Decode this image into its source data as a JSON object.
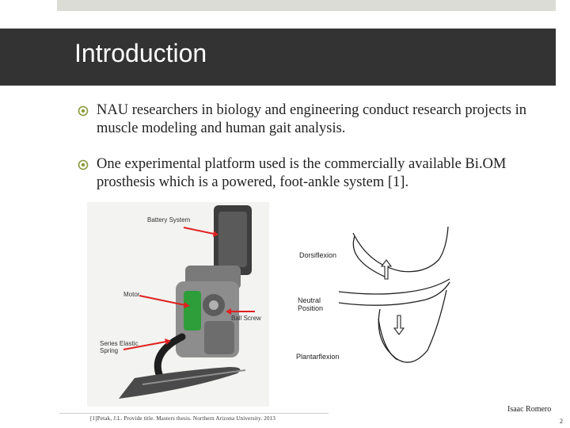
{
  "slide": {
    "title": "Introduction",
    "bullets": [
      {
        "text": "NAU researchers in biology and engineering conduct research projects in muscle modeling and human gait analysis."
      },
      {
        "text": "One experimental platform used is the commercially available Bi.OM prosthesis which is a powered, foot-ankle system [1]."
      }
    ],
    "bullet_icon": "target-icon",
    "figure_left_labels": {
      "battery": "Battery System",
      "motor": "Motor",
      "ball_screw": "Ball Screw",
      "spring": "Series Elastic\nSpring"
    },
    "figure_right_labels": {
      "dorsiflexion": "Dorsiflexion",
      "neutral": "Neutral\nPosition",
      "plantarflexion": "Plantarflexion"
    },
    "footnote": "[1]Petak, J.L. Provide title. Masters thesis. Northern Arizona University. 2013",
    "author": "Isaac Romero",
    "page_number": "2"
  },
  "colors": {
    "title_bar": "#333333",
    "top_strip": "#dcdcd6",
    "bullet_icon": "#8a9a3a",
    "arrow": "#e02020"
  }
}
